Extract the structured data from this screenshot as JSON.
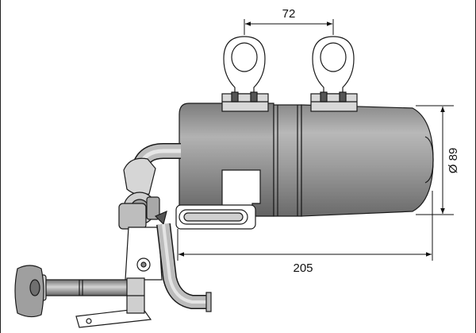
{
  "dimensions": {
    "width_label": "72",
    "length_label": "205",
    "diameter_label": "Ø 89"
  },
  "colors": {
    "line": "#1a1a1a",
    "body_fill": "#9a9a9a",
    "body_dark": "#6e6e6e",
    "body_light": "#c4c4c4",
    "background": "#ffffff"
  }
}
